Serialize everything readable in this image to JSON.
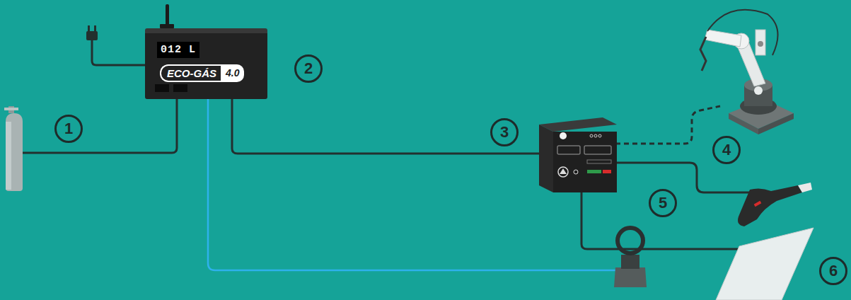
{
  "diagram": {
    "nodes": [
      {
        "text": [
          "012 L",
          "ECO-GÁS",
          "4.0"
        ]
      }
    ],
    "labels": [
      "1",
      "2",
      "3",
      "4",
      "5",
      "6"
    ]
  }
}
